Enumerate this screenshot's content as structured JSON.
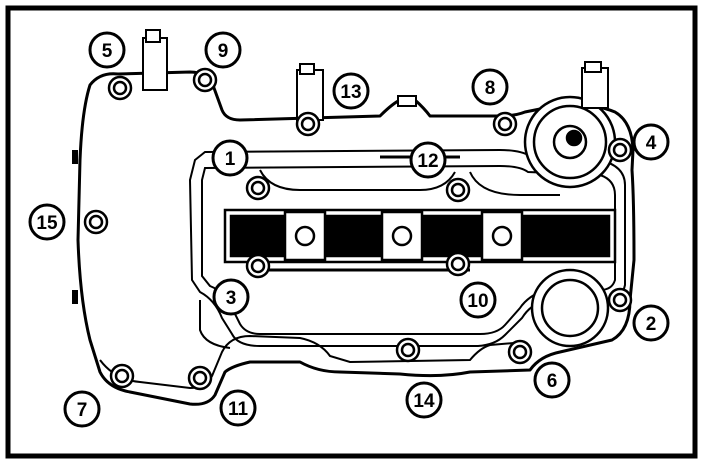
{
  "figure": {
    "description_colors": {
      "line": "#000000",
      "background": "#ffffff"
    },
    "callouts": [
      {
        "label": "1"
      },
      {
        "label": "2"
      },
      {
        "label": "3"
      },
      {
        "label": "4"
      },
      {
        "label": "5"
      },
      {
        "label": "6"
      },
      {
        "label": "7"
      },
      {
        "label": "8"
      },
      {
        "label": "9"
      },
      {
        "label": "10"
      },
      {
        "label": "11"
      },
      {
        "label": "12"
      },
      {
        "label": "13"
      },
      {
        "label": "14"
      },
      {
        "label": "15"
      }
    ]
  }
}
